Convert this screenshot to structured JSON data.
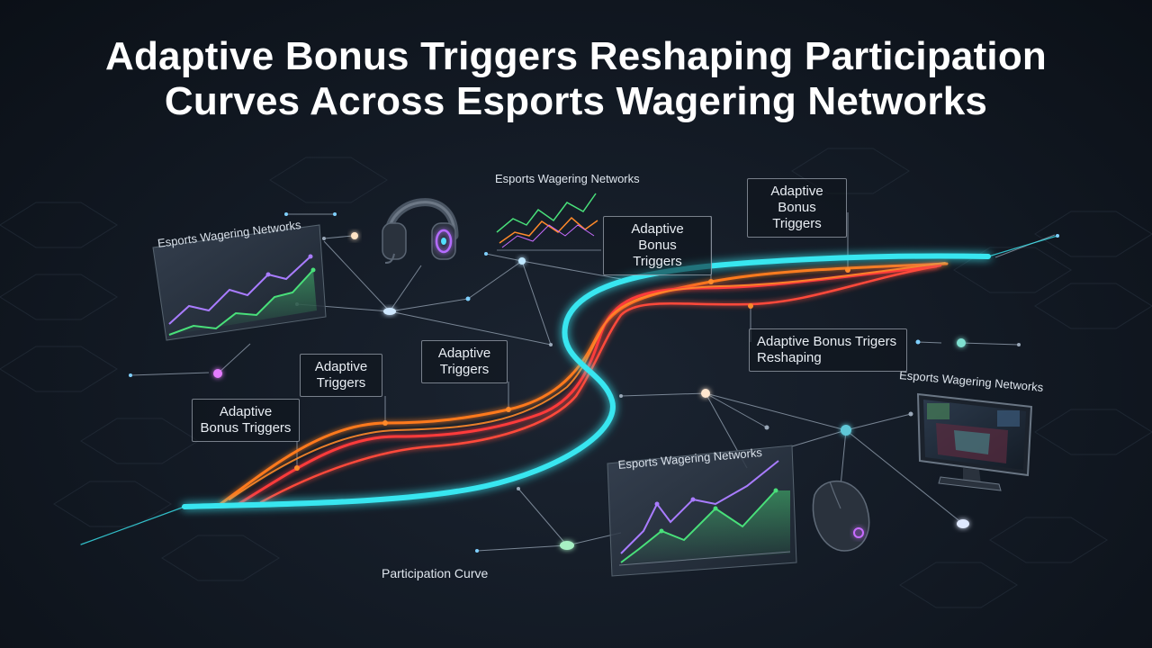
{
  "title": {
    "line1": "Adaptive Bonus Triggers Reshaping Participation",
    "line2": "Curves Across Esports Wagering Networks"
  },
  "labels": {
    "top_center_panel": "Esports Wagering Networks",
    "left_panel": "Esports Wagering Networks",
    "bottom_panel": "Esports Wagering Networks",
    "right_monitor": "Esports Wagering Networks",
    "box_top_right": "Adaptive\nBonus Triggers",
    "box_top_center": "Adaptive Bonus\nTriggers",
    "box_mid_right": "Adaptive Bonus Trigers\nReshaping",
    "box_mid_center": "Adaptive\nTriggers",
    "box_mid_left": "Adaptive\nTriggers",
    "box_bottom_left": "Adaptive\nBonus Triggers",
    "participation_curve": "Participation Curve"
  },
  "colors": {
    "cyan_curve": "#39e6f0",
    "orange_curve": "#ff7a1f",
    "red_curve": "#ff3b3b",
    "purple_line": "#a97cff",
    "green_line": "#49e07a"
  },
  "icons": [
    "headset-icon",
    "mouse-icon",
    "monitor-icon"
  ]
}
